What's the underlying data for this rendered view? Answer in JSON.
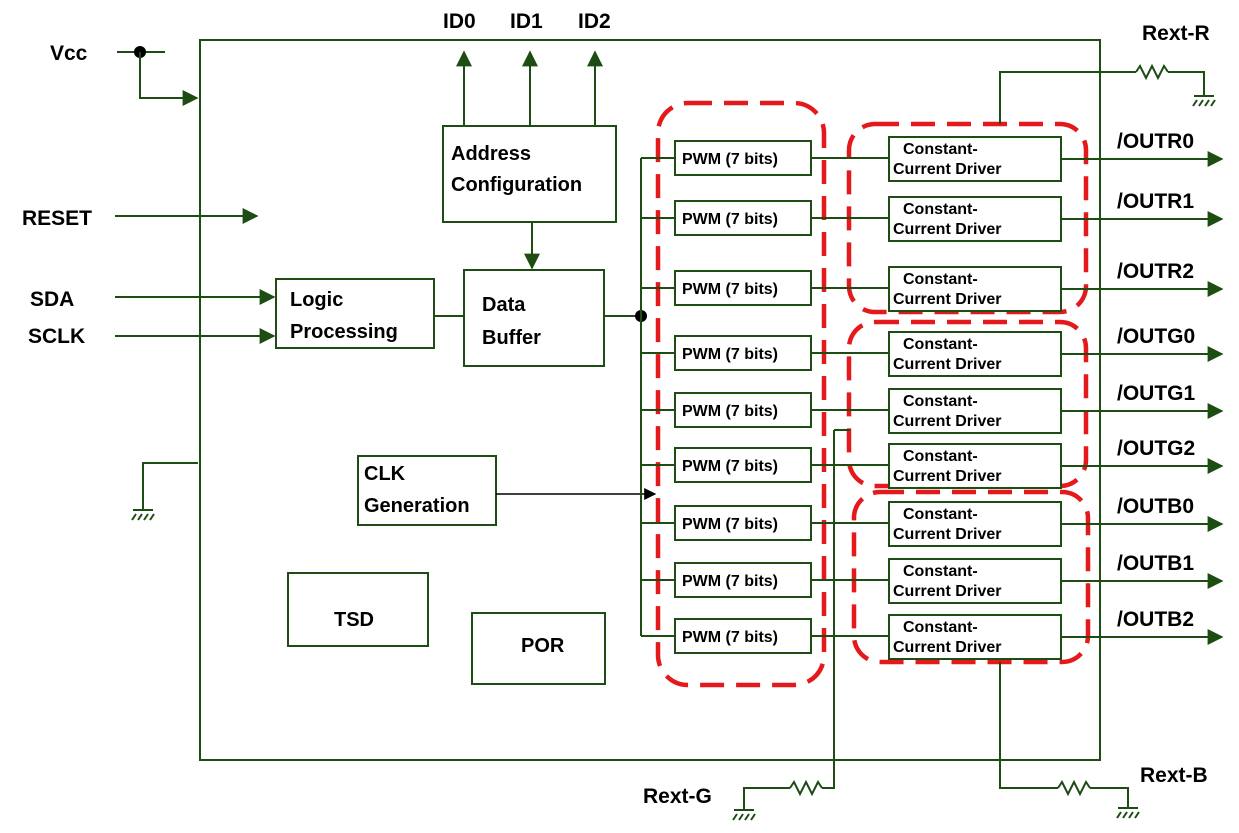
{
  "inputs": {
    "vcc": "Vcc",
    "reset": "RESET",
    "sda": "SDA",
    "sclk": "SCLK"
  },
  "address_pins": [
    "ID0",
    "ID1",
    "ID2"
  ],
  "blocks": {
    "address_config": [
      "Address",
      "Configuration"
    ],
    "logic_processing": [
      "Logic",
      "Processing"
    ],
    "data_buffer": [
      "Data",
      "Buffer"
    ],
    "clk_generation": [
      "CLK",
      "Generation"
    ],
    "tsd": "TSD",
    "por": "POR"
  },
  "pwm_label": "PWM (7 bits)",
  "driver_label": [
    "Constant-",
    "Current Driver"
  ],
  "outputs": [
    "/OUTR0",
    "/OUTR1",
    "/OUTR2",
    "/OUTG0",
    "/OUTG1",
    "/OUTG2",
    "/OUTB0",
    "/OUTB1",
    "/OUTB2"
  ],
  "rext": {
    "r": "Rext-R",
    "g": "Rext-G",
    "b": "Rext-B"
  },
  "colors": {
    "wire": "#1e4d14",
    "group_outline": "#e3191b",
    "text": "#000000"
  }
}
